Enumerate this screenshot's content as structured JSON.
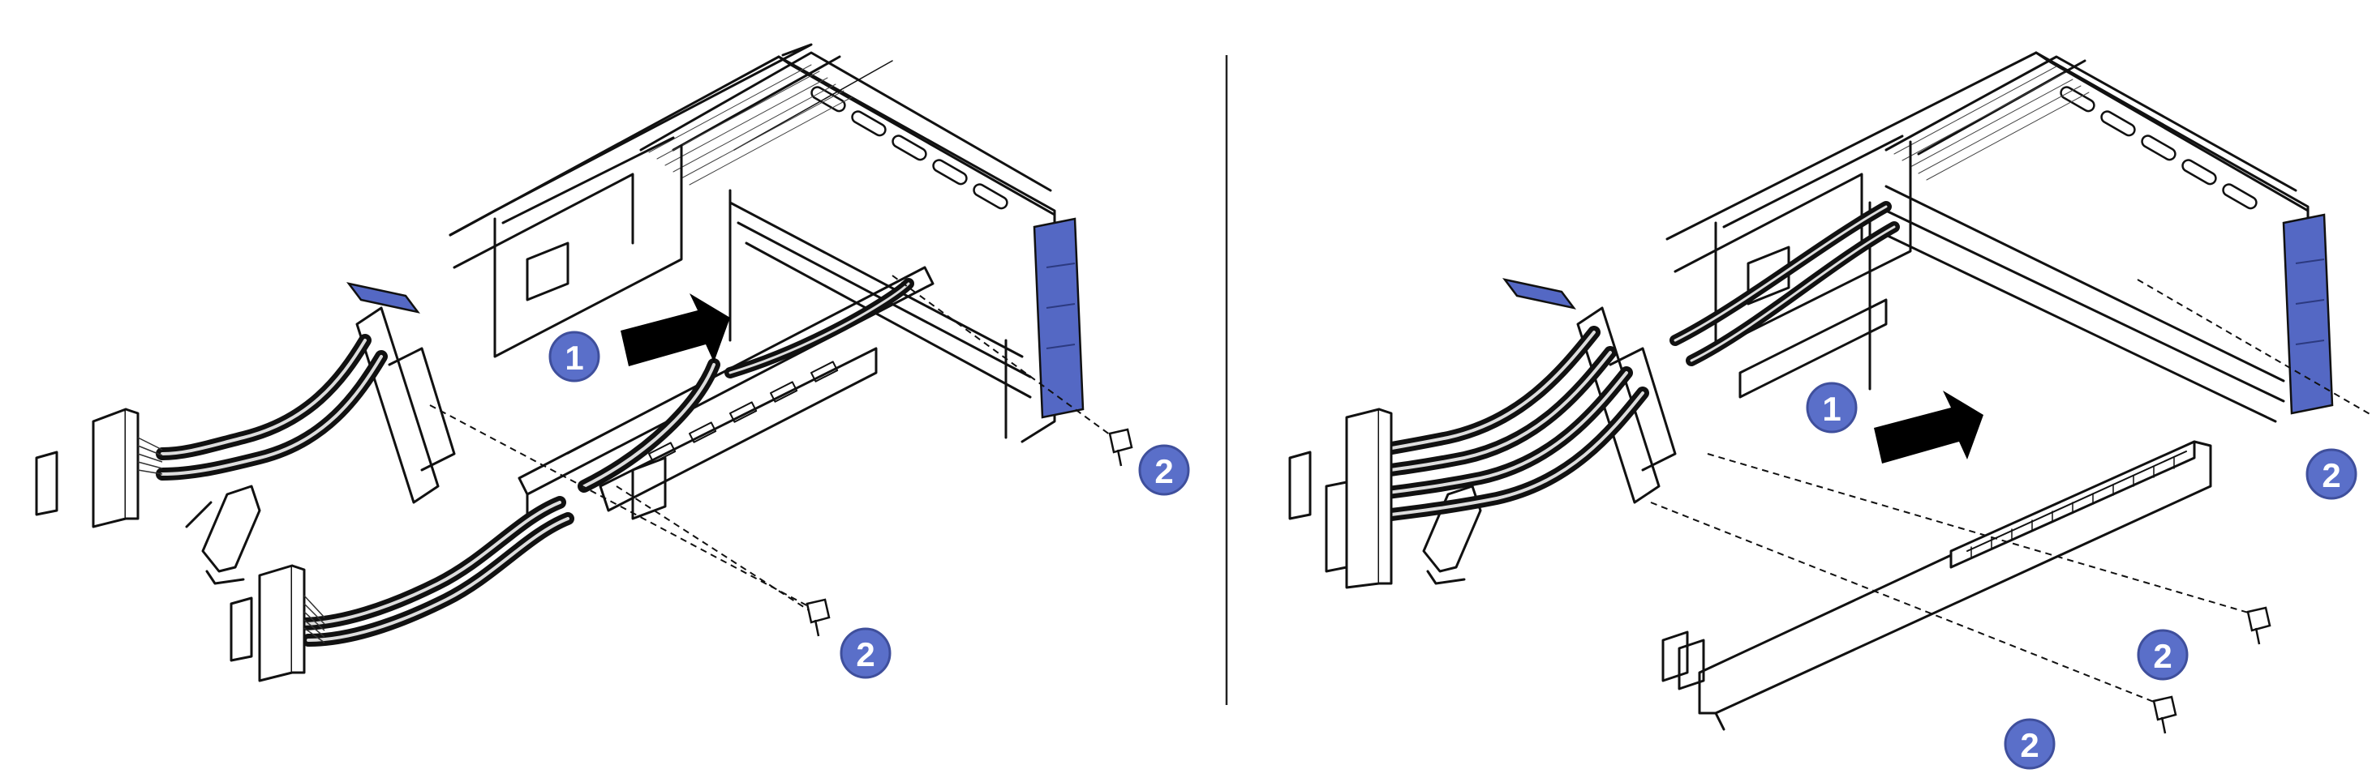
{
  "figure": {
    "left_panel": {
      "callouts": [
        {
          "id": "step-1",
          "label": "1"
        },
        {
          "id": "step-2a",
          "label": "2"
        },
        {
          "id": "step-2b",
          "label": "2"
        }
      ]
    },
    "right_panel": {
      "callouts": [
        {
          "id": "step-1",
          "label": "1"
        },
        {
          "id": "step-2a",
          "label": "2"
        },
        {
          "id": "step-2b",
          "label": "2"
        },
        {
          "id": "step-2c",
          "label": "2"
        }
      ]
    },
    "colors": {
      "callout_fill": "#5a6fc9",
      "callout_outline": "#3f4f9c",
      "latch_blue": "#5468c4",
      "line": "#111111",
      "arrow": "#000000"
    }
  }
}
